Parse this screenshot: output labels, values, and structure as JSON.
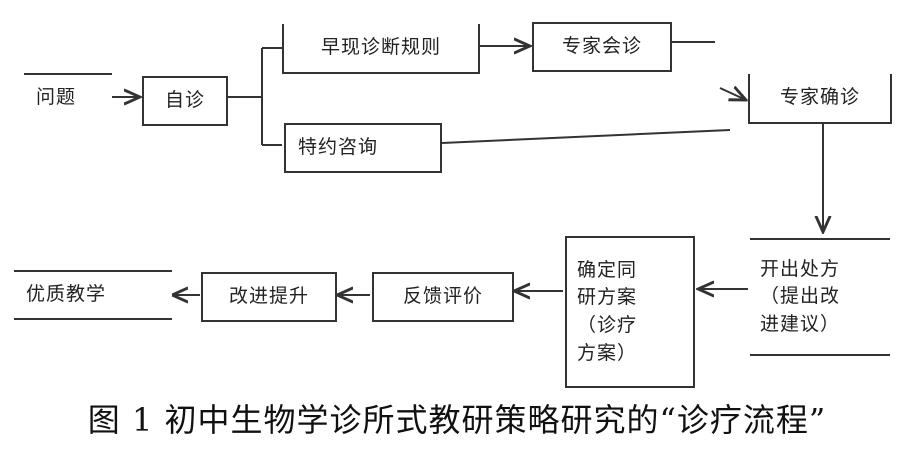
{
  "nodes": {
    "case": "问题",
    "diagnose": "自诊",
    "routine": "早现诊断规则",
    "expert_notify": "专家会诊",
    "special": "特约咨询",
    "expert_confirm": "专家确诊",
    "prescription": [
      "开出处方",
      "（提出改",
      "进建议）"
    ],
    "treatment": [
      "确定同",
      "研方案",
      "（诊疗",
      "方案）"
    ],
    "feedback": "反馈评价",
    "improve": "改进提升",
    "teaching": "优质教学"
  },
  "caption": "图 1 初中生物学诊所式教研策略研究的“诊疗流程”"
}
